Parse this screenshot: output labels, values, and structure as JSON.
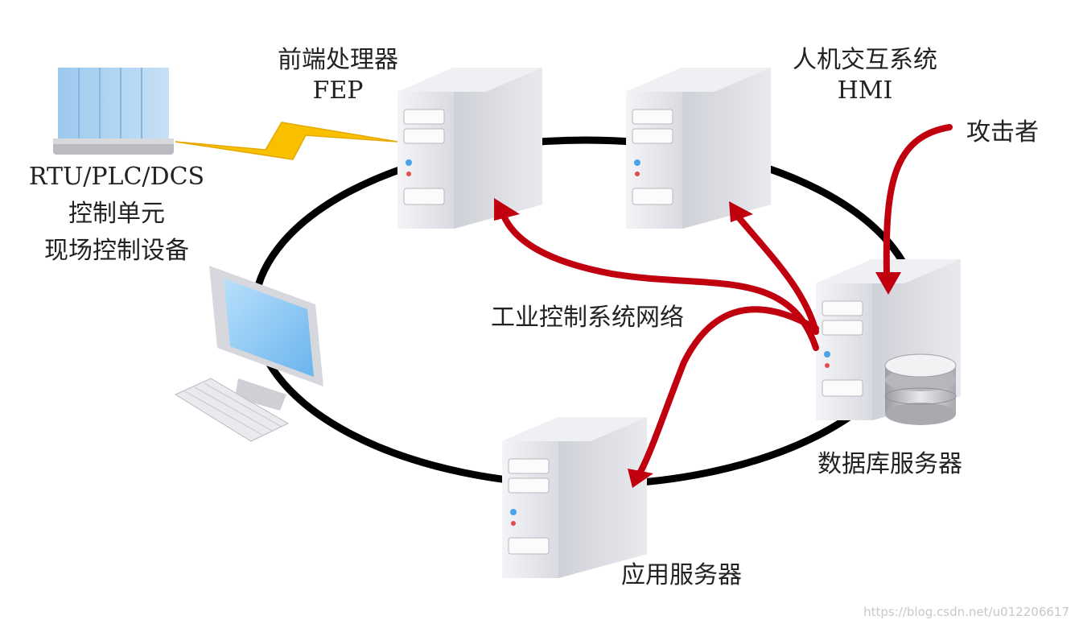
{
  "labels": {
    "rtu_line1": "RTU/PLC/DCS",
    "rtu_line2": "控制单元",
    "rtu_line3": "现场控制设备",
    "fep_line1": "前端处理器",
    "fep_line2": "FEP",
    "hmi_line1": "人机交互系统",
    "hmi_line2": "HMI",
    "attacker": "攻击者",
    "network": "工业控制系统网络",
    "db_server": "数据库服务器",
    "app_server": "应用服务器"
  },
  "watermark": "https://blog.csdn.net/u012206617",
  "colors": {
    "ring": "#000000",
    "attack_arrow": "#c0000f",
    "lightning": "#f9c000",
    "server_body": "#e2e3e8",
    "monitor_screen": "#8cc8f4"
  }
}
